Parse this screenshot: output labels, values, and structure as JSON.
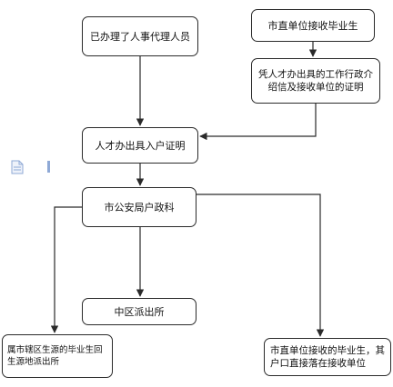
{
  "flowchart": {
    "box_agent_person": "已办理了人事代理人员",
    "box_city_graduate": "市直单位接收毕业生",
    "box_certificate_letter": "凭人才办出具的工作行政介绍信及接收单位的证明",
    "box_talent_office": "人才办出具入户证明",
    "box_police_bureau": "市公安局户政科",
    "box_police_station": "中区派出所",
    "box_district_graduate": "属市辖区生源的毕业生回生源地派出所",
    "box_household_direct": "市直单位接收的毕业生，其户口直接落在接收单位"
  },
  "colors": {
    "line": "#2a2a2a",
    "box_border": "#2a2a2a",
    "icon_blue": "#8fa9d6"
  },
  "icons": [
    "document-icon",
    "bar-icon"
  ]
}
